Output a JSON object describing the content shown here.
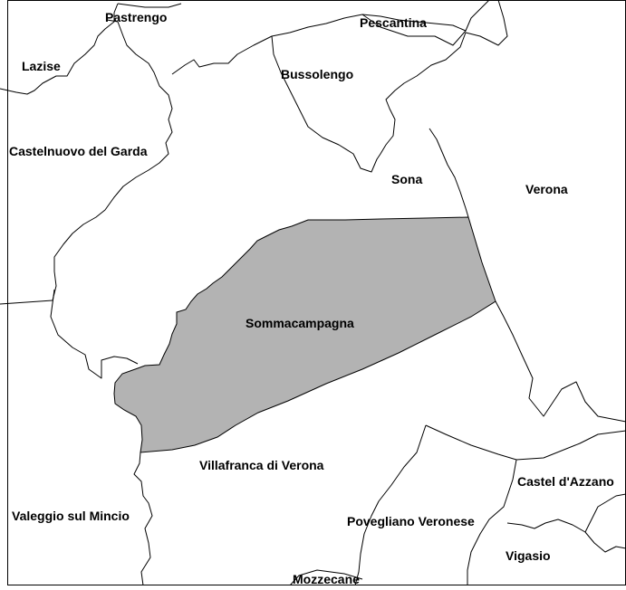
{
  "map": {
    "highlighted_municipality": "Sommacampagna",
    "colors": {
      "highlight_fill": "#b3b3b3",
      "background": "#ffffff",
      "border": "#000000"
    },
    "labels": {
      "pastrengo": "Pastrengo",
      "pescantina": "Pescantina",
      "lazise": "Lazise",
      "bussolengo": "Bussolengo",
      "castelnuovo": "Castelnuovo del Garda",
      "sona": "Sona",
      "verona": "Verona",
      "sommacampagna": "Sommacampagna",
      "villafranca": "Villafranca di Verona",
      "castel_dazzano": "Castel d'Azzano",
      "valeggio": "Valeggio sul Mincio",
      "povegliano": "Povegliano Veronese",
      "vigasio": "Vigasio",
      "mozzecane": "Mozzecane"
    }
  }
}
